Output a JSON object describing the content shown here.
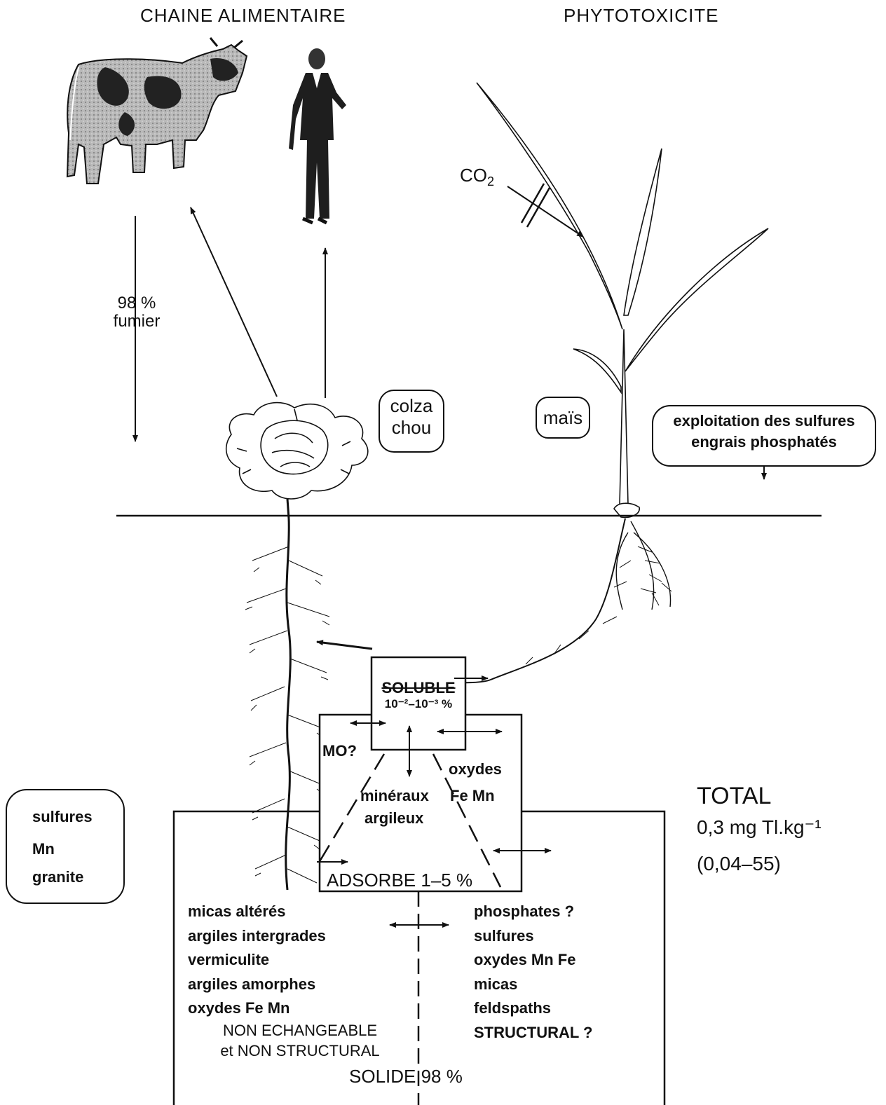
{
  "headings": {
    "left": "CHAINE ALIMENTAIRE",
    "right": "PHYTOTOXICITE"
  },
  "labels": {
    "co2": "CO",
    "co2_sub": "2",
    "fumier_pct": "98 %",
    "fumier": "fumier",
    "colza": "colza",
    "chou": "chou",
    "mais": "maïs",
    "sources_line1": "exploitation des sulfures",
    "sources_line2": "engrais phosphatés",
    "mo": "MO?",
    "oxydes": "oxydes",
    "fe_mn": "Fe Mn",
    "mineraux": "minéraux",
    "argileux": "argileux",
    "adsorbe": "ADSORBE 1–5 %",
    "soluble": "SOLUBLE",
    "soluble_range": "10⁻²–10⁻³ %",
    "solide": "SOLIDE 98 %"
  },
  "total": {
    "title": "TOTAL",
    "value": "0,3 mg Tl.kg⁻¹",
    "range": "(0,04–55)"
  },
  "geology_box": [
    "sulfures",
    "Mn",
    "granite"
  ],
  "nonstructural": {
    "items": [
      "micas altérés",
      "argiles intergrades",
      "vermiculite",
      "argiles amorphes",
      "oxydes Fe Mn"
    ],
    "title_line1": "NON ECHANGEABLE",
    "title_line2": "et NON STRUCTURAL"
  },
  "structural": {
    "items": [
      "phosphates ?",
      "sulfures",
      "oxydes Mn Fe",
      "micas",
      "feldspaths"
    ],
    "title": "STRUCTURAL ?"
  },
  "illustrations": [
    "cow",
    "man",
    "cabbage",
    "maize-plant"
  ]
}
